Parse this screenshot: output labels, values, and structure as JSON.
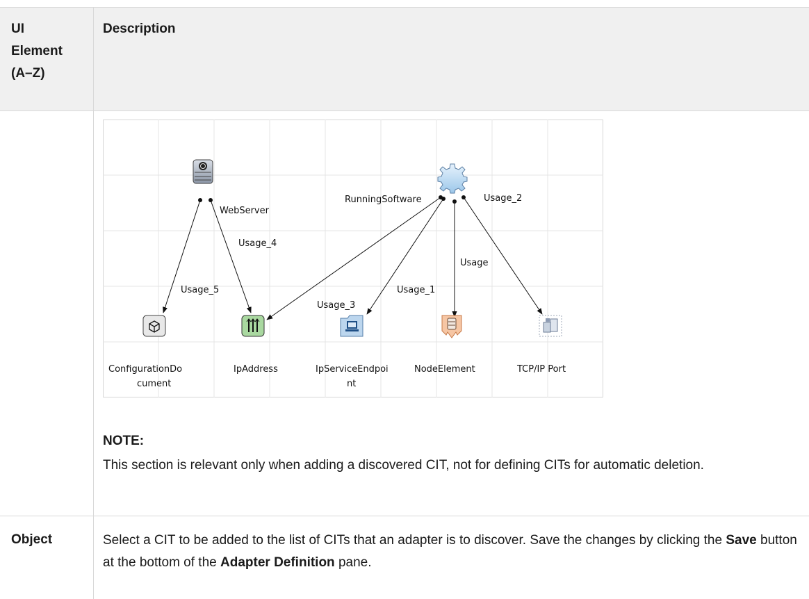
{
  "table": {
    "header": {
      "col1_line1": "UI",
      "col1_line2": "Element",
      "col1_line3": "(A–Z)",
      "col2": "Description"
    },
    "diagram": {
      "nodes": {
        "webserver": "WebServer",
        "runningsoftware": "RunningSoftware",
        "configdoc_line1": "ConfigurationDo",
        "configdoc_line2": "cument",
        "ipaddress": "IpAddress",
        "ipservice_line1": "IpServiceEndpoi",
        "ipservice_line2": "nt",
        "nodeelement": "NodeElement",
        "tcpport": "TCP/IP Port"
      },
      "edges": {
        "usage": "Usage",
        "usage_1": "Usage_1",
        "usage_2": "Usage_2",
        "usage_3": "Usage_3",
        "usage_4": "Usage_4",
        "usage_5": "Usage_5"
      }
    },
    "note": {
      "title": "NOTE:",
      "body": "This section is relevant only when adding a discovered CIT, not for defining CITs for automatic deletion."
    },
    "object_row": {
      "label": "Object",
      "desc_pre": "Select a CIT to be added to the list of CITs that an adapter is to discover. Save the changes by clicking the ",
      "save": "Save",
      "desc_mid": " button at the bottom of the ",
      "pane_name": "Adapter Definition",
      "desc_post": " pane."
    }
  }
}
